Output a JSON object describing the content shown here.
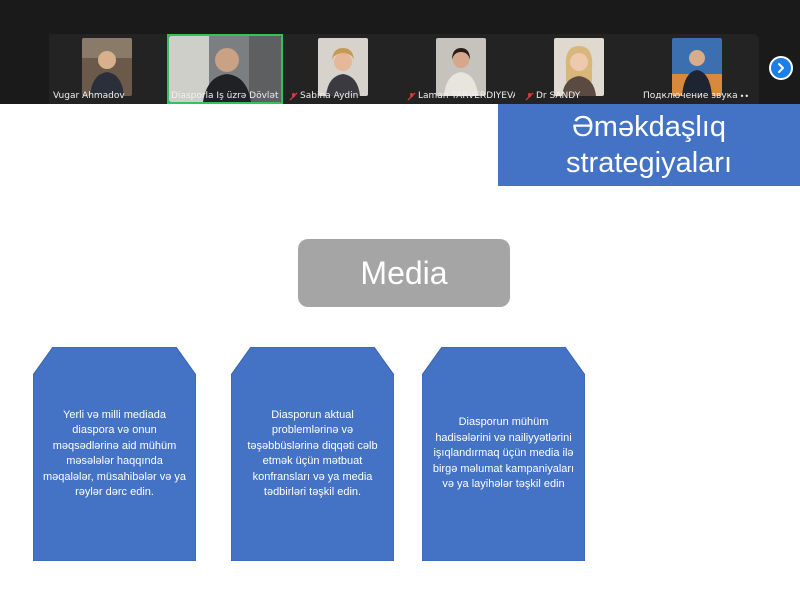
{
  "participants": [
    {
      "name": "Vugar Ahmadov",
      "muted": false
    },
    {
      "name": "Diasporla İş üzrə Dövlət K...",
      "muted": false,
      "active": true
    },
    {
      "name": "Sabina Aydin",
      "muted": true
    },
    {
      "name": "Laman TARVERDIYEVA",
      "muted": true
    },
    {
      "name": "Dr SANDY",
      "muted": true
    },
    {
      "name": "Подключение звука",
      "muted": false,
      "connecting": true
    }
  ],
  "slide": {
    "title": "Əməkdaşlıq\nstrategiyaları",
    "center_label": "Media",
    "cards": [
      {
        "text": "Yerli və milli mediada diaspora və onun məqsədlərinə aid mühüm məsələlər haqqında məqalələr, müsahibələr və ya rəylər dərc edin."
      },
      {
        "text": "Diasporun aktual problemlərinə və təşəbbüslərinə diqqəti cəlb etmək üçün mətbuat konfransları və ya media tədbirləri təşkil edin."
      },
      {
        "text": "Diasporun mühüm hadisələrini və nailiyyətlərini işıqlandırmaq üçün media ilə birgə məlumat kampaniyaları və ya layihələr təşkil edin"
      }
    ]
  },
  "colors": {
    "accent": "#4472c4",
    "media_box": "#a5a5a5",
    "active_border": "#37c05c",
    "nav_button": "#1e7ee8"
  },
  "icons": {
    "muted": "mic-off-icon",
    "next": "chevron-right-icon",
    "connecting": "ellipsis-icon"
  }
}
